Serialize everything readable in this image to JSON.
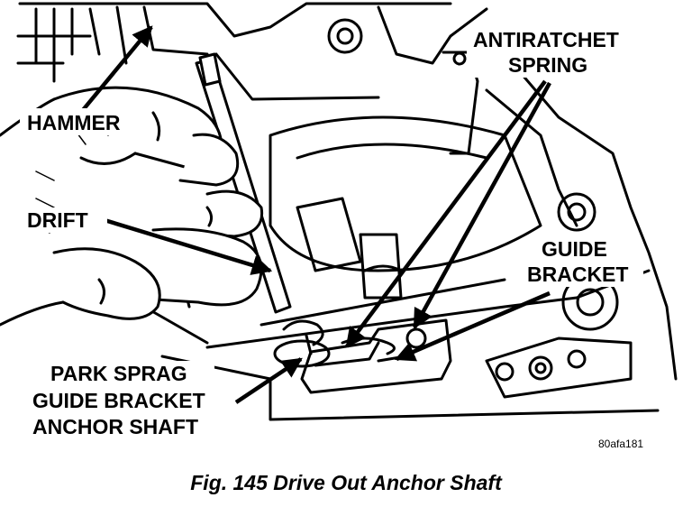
{
  "labels": {
    "hammer": "HAMMER",
    "antiratchet_line1": "ANTIRATCHET",
    "antiratchet_line2": "SPRING",
    "drift": "DRIFT",
    "guide_line1": "GUIDE",
    "guide_line2": "BRACKET",
    "park_line1": "PARK SPRAG",
    "park_line2": "GUIDE BRACKET",
    "park_line3": "ANCHOR SHAFT"
  },
  "figure_code": "80afa181",
  "caption": {
    "number": "Fig. 145",
    "title": "Drive Out Anchor Shaft"
  },
  "colors": {
    "ink": "#000000",
    "paper": "#ffffff"
  }
}
